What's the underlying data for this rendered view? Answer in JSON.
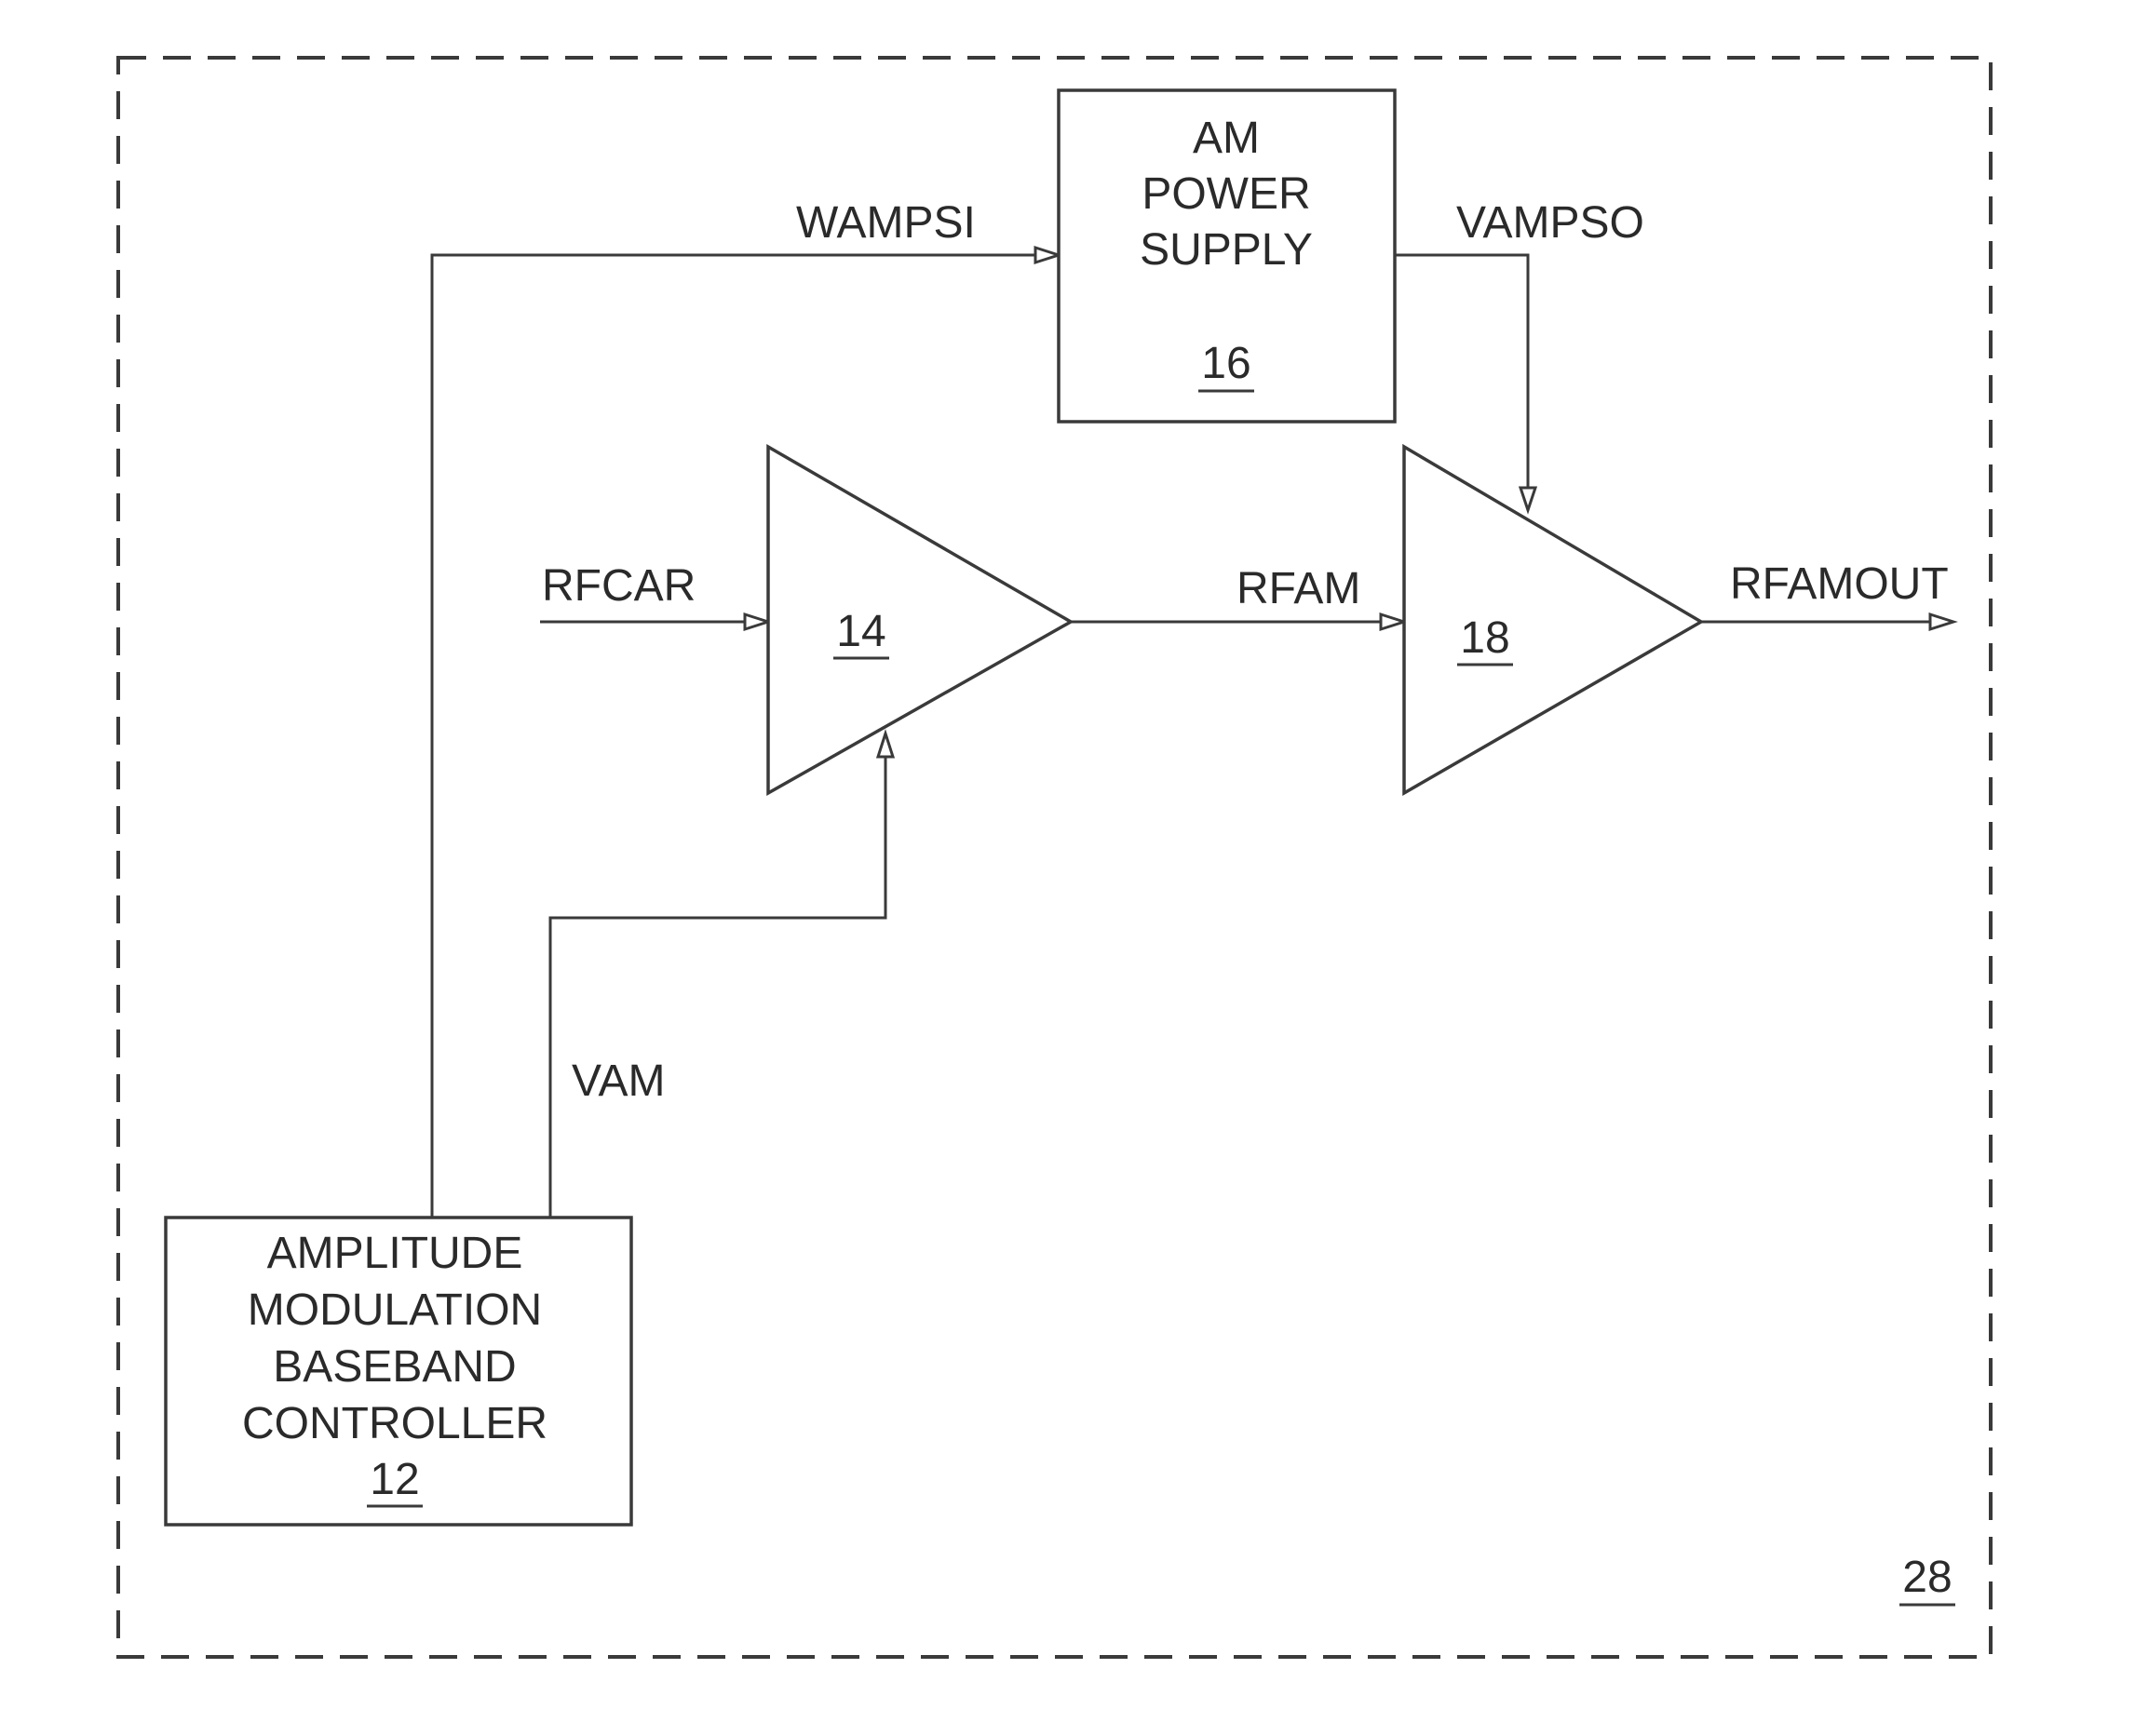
{
  "signals": {
    "wampsi": "WAMPSI",
    "vampso": "VAMPSO",
    "rfcar": "RFCAR",
    "rfam": "RFAM",
    "rfamout": "RFAMOUT",
    "vam": "VAM"
  },
  "blocks": {
    "am_power_supply": {
      "lines": [
        "AM",
        "POWER",
        "SUPPLY"
      ],
      "ref": "16"
    },
    "amplifier_14": {
      "ref": "14"
    },
    "amplifier_18": {
      "ref": "18"
    },
    "controller": {
      "lines": [
        "AMPLITUDE",
        "MODULATION",
        "BASEBAND",
        "CONTROLLER"
      ],
      "ref": "12"
    },
    "enclosure": {
      "ref": "28"
    }
  }
}
